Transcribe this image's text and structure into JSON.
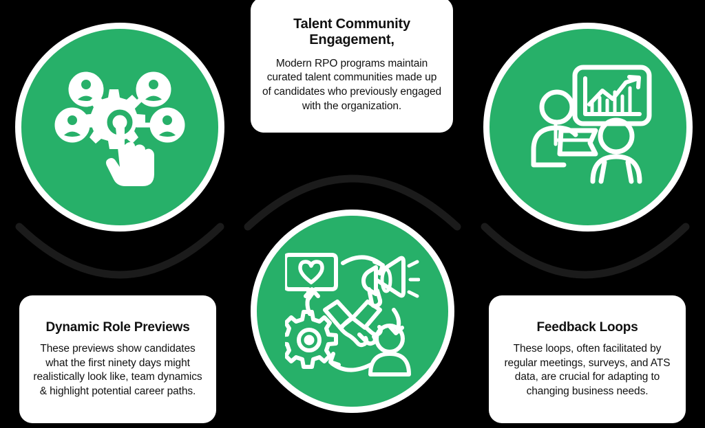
{
  "theme": {
    "background": "#000000",
    "circle_fill": "#27b069",
    "circle_ring": "#ffffff",
    "card_background": "#ffffff",
    "card_text": "#111111",
    "arc_color": "#1b1b1b"
  },
  "cards": [
    {
      "id": "talent-community-engagement",
      "title": "Talent Community Engagement,",
      "body": "Modern RPO programs maintain curated talent communities made up of candidates who previously engaged with the organization."
    },
    {
      "id": "dynamic-role-previews",
      "title": "Dynamic Role Previews",
      "body": "These previews show candidates what the first ninety days might realistically look like, team dynamics & highlight potential career paths."
    },
    {
      "id": "feedback-loops",
      "title": "Feedback Loops",
      "body": "These loops, often facilitated by regular meetings, surveys, and ATS data, are crucial for adapting to changing business needs."
    }
  ],
  "nodes": [
    {
      "id": "role-preview-node",
      "icon": "gear-network-hand-icon",
      "icon_description": "Gear hub connected to four person nodes with a pointing hand"
    },
    {
      "id": "talent-community-node",
      "icon": "presentation-chart-people-icon",
      "icon_description": "Growth bar chart presentation board with presenter and audience member"
    },
    {
      "id": "feedback-loop-node",
      "icon": "feedback-cycle-handshake-icon",
      "icon_description": "Cycle of heart speech bubble, megaphone, person and gear around a central handshake"
    }
  ],
  "connectors": [
    {
      "id": "arc-left",
      "shape": "downward-arc",
      "from": "role-preview-node",
      "to": "dynamic-role-previews"
    },
    {
      "id": "arc-center",
      "shape": "upward-arc",
      "from": "talent-community-engagement",
      "to": "feedback-loop-node"
    },
    {
      "id": "arc-right",
      "shape": "downward-arc",
      "from": "talent-community-node",
      "to": "feedback-loops"
    }
  ]
}
